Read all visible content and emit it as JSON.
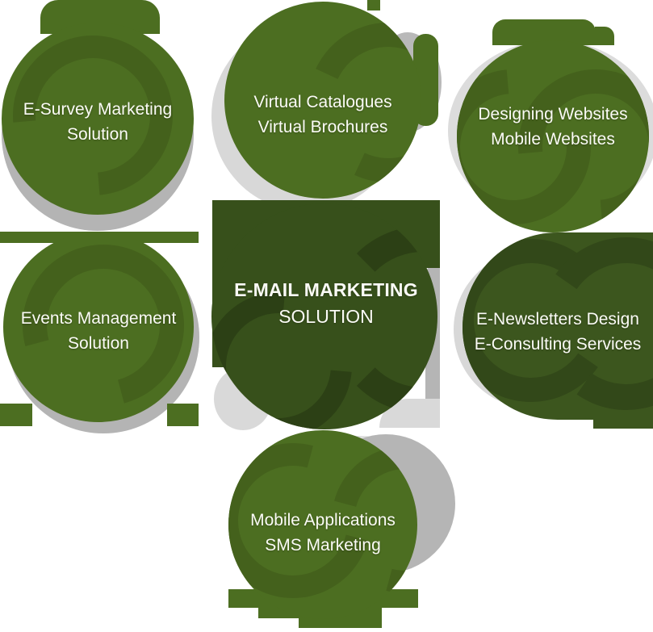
{
  "diagram": {
    "title": "E-Mail Marketing Solution services diagram",
    "nodes": [
      {
        "id": "e-survey-marketing",
        "lines": [
          "E-Survey Marketing",
          "Solution"
        ],
        "emphasis": false
      },
      {
        "id": "virtual-catalogues",
        "lines": [
          "Virtual Catalogues",
          "Virtual Brochures"
        ],
        "emphasis": false
      },
      {
        "id": "designing-websites",
        "lines": [
          "Designing Websites",
          "Mobile Websites"
        ],
        "emphasis": false
      },
      {
        "id": "events-management",
        "lines": [
          "Events Management",
          "Solution"
        ],
        "emphasis": false
      },
      {
        "id": "email-marketing",
        "lines": [
          "E-MAIL MARKETING",
          "SOLUTION"
        ],
        "emphasis": true
      },
      {
        "id": "e-newsletters-design",
        "lines": [
          "E-Newsletters Design",
          "E-Consulting Services"
        ],
        "emphasis": false
      },
      {
        "id": "mobile-applications",
        "lines": [
          "Mobile Applications",
          "SMS Marketing"
        ],
        "emphasis": false
      }
    ]
  },
  "colors": {
    "green_medium": "#4c6e21",
    "green_dark_center": "#37501b",
    "green_dark_right": "#3c561e",
    "swirl_on_medium": "#44611c",
    "swirl_on_dark": "#2c4015",
    "gray_medium": "#b4b4b4",
    "gray_light": "#d8d8d8",
    "text": "#fbfbf6",
    "background": "#ffffff"
  }
}
